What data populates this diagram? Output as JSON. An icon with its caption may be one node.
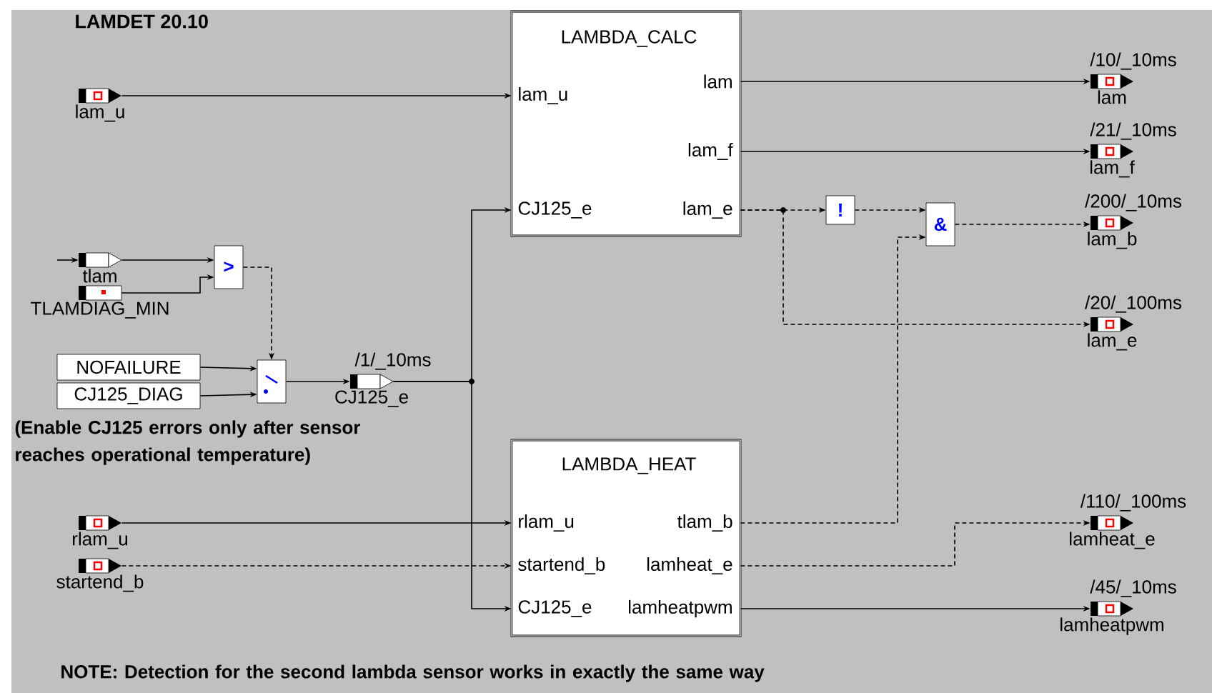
{
  "diagram": {
    "title": "LAMDET 20.10",
    "nodes": [
      {
        "text": [
          "LAMBDA_CALC",
          "lam_u",
          "CJ125_e",
          "lam",
          "lam_f",
          "lam_e"
        ]
      },
      {
        "text": [
          "LAMBDA_HEAT",
          "rlam_u",
          "startend_b",
          "CJ125_e",
          "tlam_b",
          "lamheat_e",
          "lamheatpwm"
        ]
      },
      {
        "text": [
          "lam_u"
        ]
      },
      {
        "text": [
          "tlam"
        ]
      },
      {
        "text": [
          "TLAMDIAG_MIN"
        ]
      },
      {
        "text": [
          "NOFAILURE"
        ]
      },
      {
        "text": [
          "CJ125_DIAG"
        ]
      },
      {
        "text": [
          "rlam_u"
        ]
      },
      {
        "text": [
          "startend_b"
        ]
      },
      {
        "text": [
          ">"
        ]
      },
      {
        "text": [],
        "shape": "box"
      },
      {
        "text": [
          "!"
        ]
      },
      {
        "text": [
          "&"
        ]
      },
      {
        "text": [
          "CJ125_e"
        ],
        "beside": [
          "/1/_10ms"
        ]
      },
      {
        "text": [
          "lam"
        ],
        "beside": [
          "/10/_10ms"
        ]
      },
      {
        "text": [
          "lam_f"
        ],
        "beside": [
          "/21/_10ms"
        ]
      },
      {
        "text": [
          "lam_b"
        ],
        "beside": [
          "/200/_10ms"
        ]
      },
      {
        "text": [
          "lam_e"
        ],
        "beside": [
          "/20/_100ms"
        ]
      },
      {
        "text": [
          "lamheat_e"
        ],
        "beside": [
          "/110/_100ms"
        ]
      },
      {
        "text": [
          "lamheatpwm"
        ],
        "beside": [
          "/45/_10ms"
        ]
      }
    ],
    "edges": [
      {
        "from": 2,
        "to": 0,
        "arrow": "to"
      },
      {
        "from": 3,
        "to": 9,
        "arrow": "to"
      },
      {
        "from": 4,
        "to": 9,
        "arrow": "to"
      },
      {
        "from": 9,
        "to": 10,
        "arrow": "to",
        "style": "dashed"
      },
      {
        "from": 5,
        "to": 10,
        "arrow": "to"
      },
      {
        "from": 6,
        "to": 10,
        "arrow": "to"
      },
      {
        "from": 10,
        "to": 13,
        "arrow": "to"
      },
      {
        "from": 13,
        "to": 0,
        "arrow": "to"
      },
      {
        "from": 13,
        "to": 1,
        "arrow": "to"
      },
      {
        "from": 0,
        "to": 14,
        "arrow": "to"
      },
      {
        "from": 0,
        "to": 15,
        "arrow": "to"
      },
      {
        "from": 0,
        "to": 11,
        "arrow": "to",
        "style": "dashed"
      },
      {
        "from": 0,
        "to": 17,
        "arrow": "to",
        "style": "dashed"
      },
      {
        "from": 11,
        "to": 12,
        "arrow": "to",
        "style": "dashed"
      },
      {
        "from": 1,
        "to": 12,
        "arrow": "to",
        "style": "dashed"
      },
      {
        "from": 12,
        "to": 16,
        "arrow": "to",
        "style": "dashed"
      },
      {
        "from": 7,
        "to": 1,
        "arrow": "to"
      },
      {
        "from": 8,
        "to": 1,
        "arrow": "to",
        "style": "dashed"
      },
      {
        "from": 1,
        "to": 18,
        "arrow": "to",
        "style": "dashed"
      },
      {
        "from": 1,
        "to": 19,
        "arrow": "to"
      },
      {
        "from": null,
        "to": 3,
        "arrow": "to"
      }
    ],
    "labels": [
      "(Enable CJ125 errors only after sensor reaches operational temperature)",
      "NOTE: Detection for the second lambda sensor works in exactly the same way"
    ]
  }
}
